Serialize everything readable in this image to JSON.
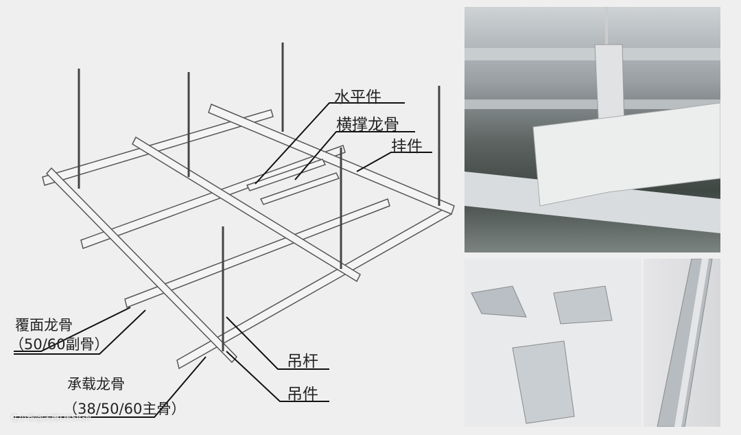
{
  "labels": {
    "horizontal_part": "水平件",
    "cross_brace_keel": "横撑龙骨",
    "hanger_clip": "挂件",
    "cover_keel": "覆面龙骨",
    "cover_keel_spec": "（50/60副骨）",
    "bearing_keel": "承载龙骨",
    "bearing_keel_spec": "（38/50/60主骨）",
    "suspension_rod": "吊杆",
    "suspension_part": "吊件"
  },
  "watermark": "住小帮@关睢DESIGN"
}
